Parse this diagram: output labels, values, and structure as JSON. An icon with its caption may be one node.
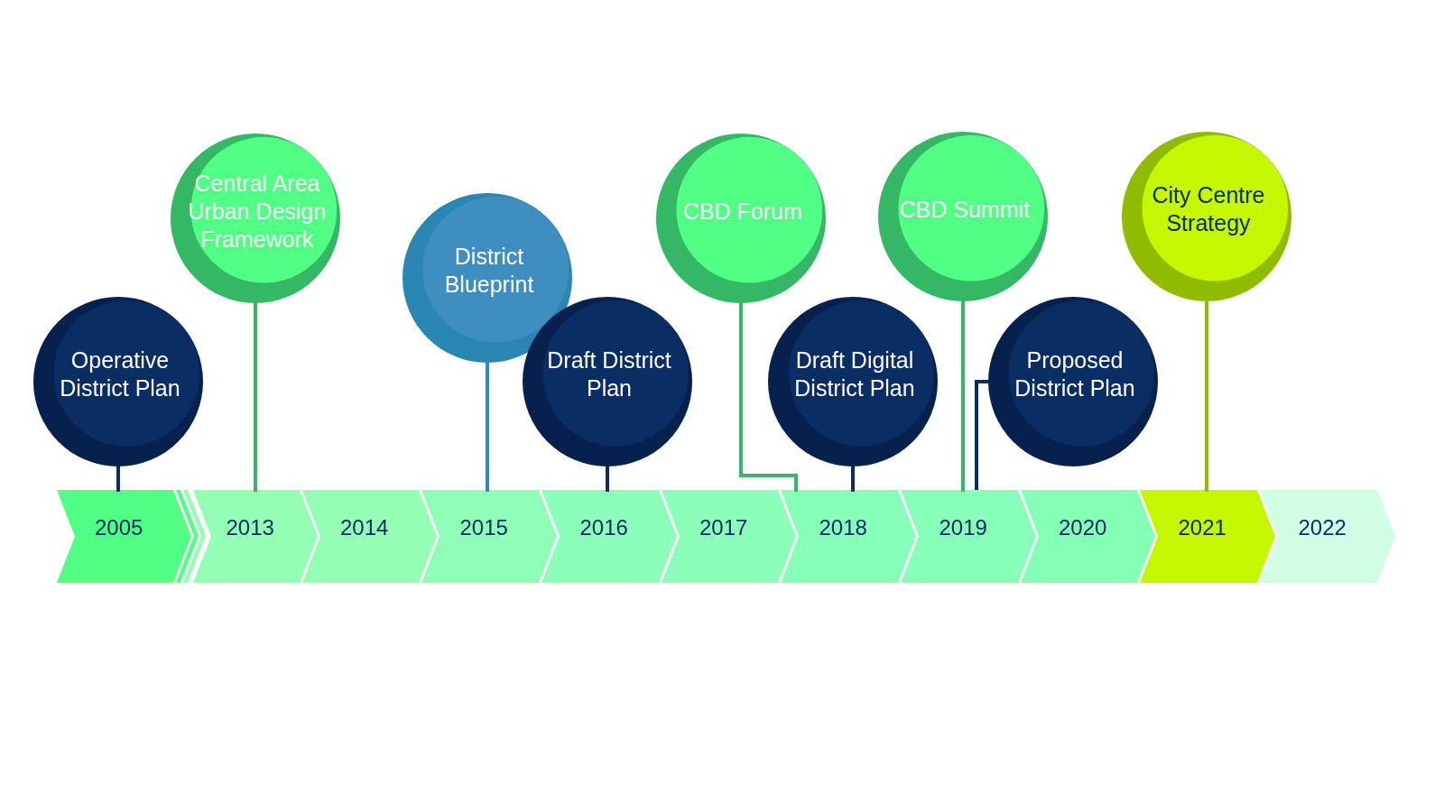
{
  "diagram": {
    "nodes": [
      {
        "text": [
          "Operative District Plan"
        ]
      },
      {
        "text": [
          "Central Area Urban Design Framework"
        ]
      },
      {
        "text": [
          "District Blueprint"
        ]
      },
      {
        "text": [
          "Draft District Plan"
        ]
      },
      {
        "text": [
          "CBD Forum"
        ]
      },
      {
        "text": [
          "Draft Digital District Plan"
        ]
      },
      {
        "text": [
          "CBD Summit"
        ]
      },
      {
        "text": [
          "Proposed District Plan"
        ]
      },
      {
        "text": [
          "City Centre Strategy"
        ]
      },
      {
        "text": [
          "2005"
        ]
      },
      {
        "text": [
          "2013"
        ]
      },
      {
        "text": [
          "2014"
        ]
      },
      {
        "text": [
          "2015"
        ]
      },
      {
        "text": [
          "2016"
        ]
      },
      {
        "text": [
          "2017"
        ]
      },
      {
        "text": [
          "2018"
        ]
      },
      {
        "text": [
          "2019"
        ]
      },
      {
        "text": [
          "2020"
        ]
      },
      {
        "text": [
          "2021"
        ]
      },
      {
        "text": [
          "2022"
        ]
      }
    ],
    "edges": [
      {
        "from": 0,
        "to": 9,
        "arrow": "none"
      },
      {
        "from": 1,
        "to": 10,
        "arrow": "none",
        "color": "#35b865"
      },
      {
        "from": 2,
        "to": 12,
        "arrow": "none",
        "color": "#2e8bbd"
      },
      {
        "from": 3,
        "to": 13,
        "arrow": "none"
      },
      {
        "from": 4,
        "to": 15,
        "arrow": "none",
        "color": "#35b865"
      },
      {
        "from": 5,
        "to": 15,
        "arrow": "none"
      },
      {
        "from": 6,
        "to": 16,
        "arrow": "none",
        "color": "#35b865"
      },
      {
        "from": 7,
        "to": 16,
        "arrow": "none"
      },
      {
        "from": 8,
        "to": 18,
        "arrow": "none",
        "color": "#8fbc00"
      }
    ]
  }
}
